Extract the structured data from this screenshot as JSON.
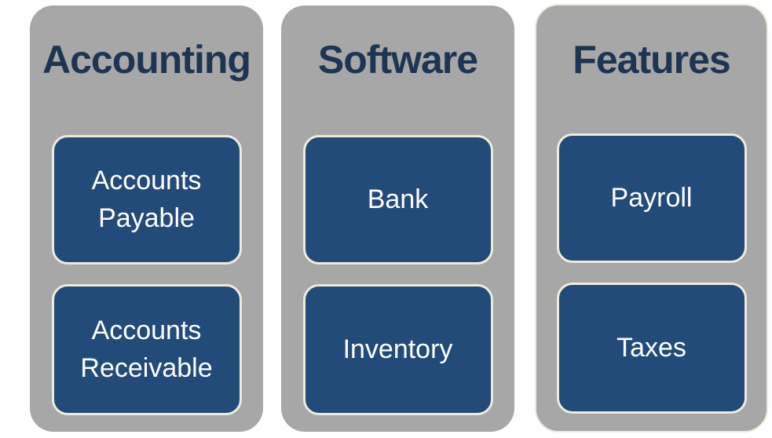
{
  "diagram_title": "Accounting Software Features",
  "colors": {
    "background": "#ffffff",
    "column_fill": "#a7a7a7",
    "box_fill": "#234b7a",
    "box_border": "#eeebdc",
    "title_color": "#1e3552",
    "box_text": "#ffffff"
  },
  "columns": [
    {
      "title": "Accounting",
      "items": [
        "Accounts Payable",
        "Accounts Receivable"
      ]
    },
    {
      "title": "Software",
      "items": [
        "Bank",
        "Inventory"
      ]
    },
    {
      "title": "Features",
      "items": [
        "Payroll",
        "Taxes"
      ]
    }
  ]
}
